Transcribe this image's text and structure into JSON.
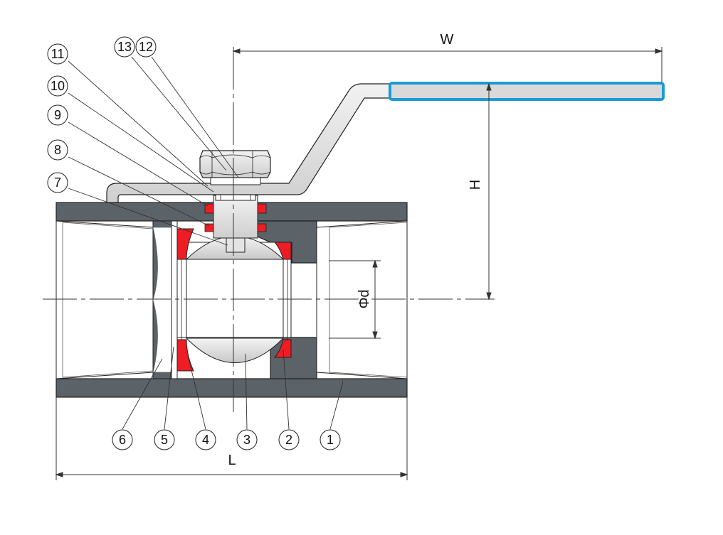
{
  "dimensions": {
    "width_label": "W",
    "height_label": "H",
    "length_label": "L",
    "bore_label": "Φd"
  },
  "callouts": [
    "1",
    "2",
    "3",
    "4",
    "5",
    "6",
    "7",
    "8",
    "9",
    "10",
    "11",
    "12",
    "13"
  ],
  "colors": {
    "body": "#5b6268",
    "seat": "#ee1c24",
    "handle_grip": "#1a9ad6",
    "metal_light": "#d8d8d8",
    "outline": "#222222"
  }
}
